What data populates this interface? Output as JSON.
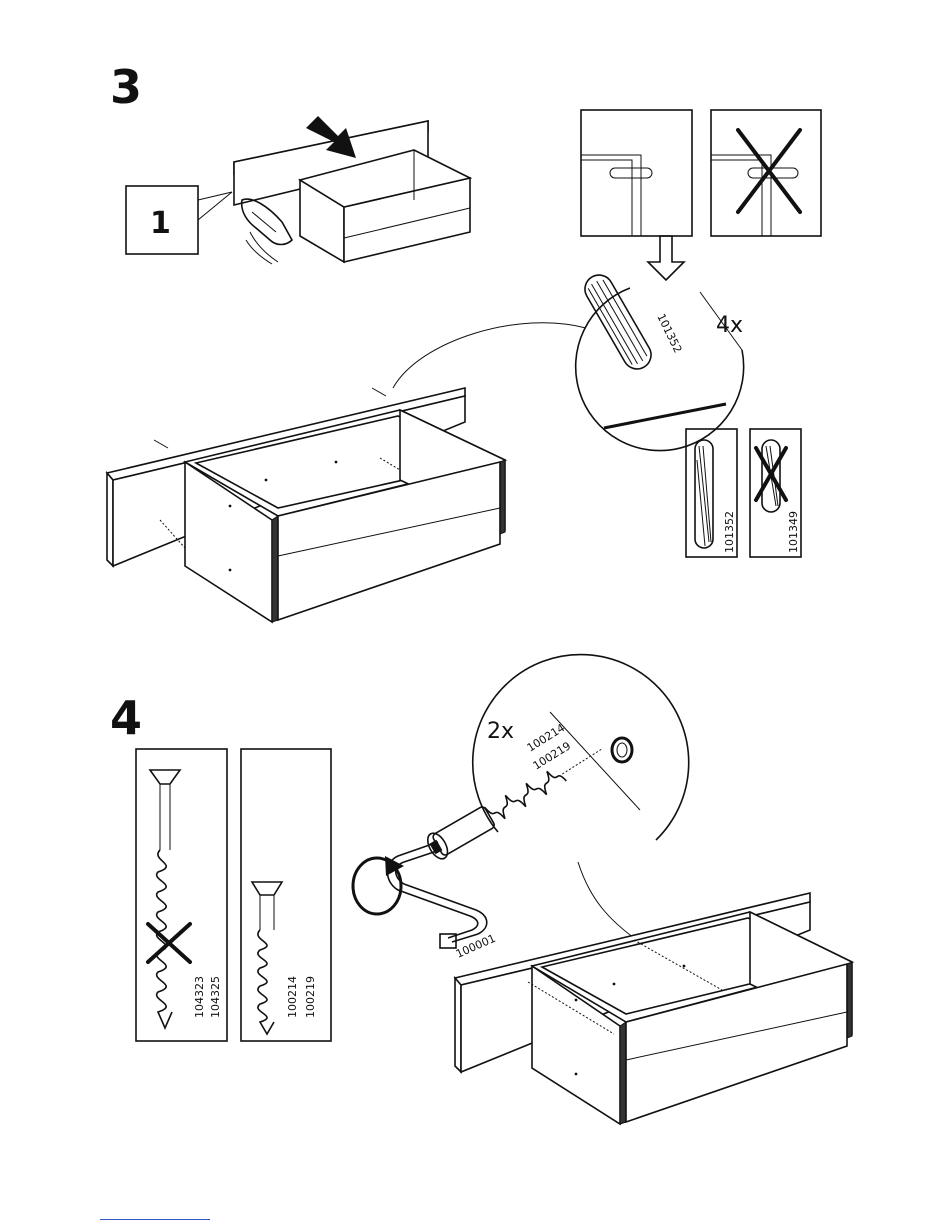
{
  "steps": [
    {
      "number": "3",
      "sub_step": "1",
      "quantity": "4x",
      "parts": [
        {
          "code": "101352",
          "correct": true
        },
        {
          "code": "101349",
          "correct": false
        }
      ],
      "dowel_callout_code": "101352"
    },
    {
      "number": "4",
      "quantity": "2x",
      "screws": [
        {
          "codes": [
            "104323",
            "104325"
          ],
          "correct": false
        },
        {
          "codes": [
            "100214",
            "100219"
          ],
          "correct": true
        }
      ],
      "callout_codes": [
        "100214",
        "100219"
      ],
      "tool_code": "100001"
    }
  ]
}
